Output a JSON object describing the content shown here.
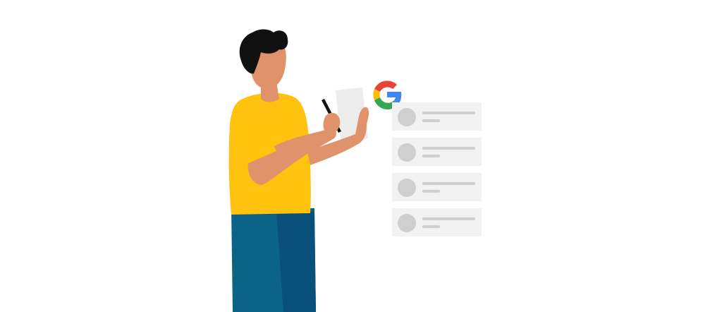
{
  "scene": {
    "description_icons": [
      "person-icon",
      "google-logo-icon",
      "notepad-icon",
      "pen-icon"
    ],
    "colors": {
      "background": "#ffffff",
      "shirt": "#ffc20e",
      "skin": "#e0926a",
      "hair": "#111111",
      "pants": "#0b6385",
      "pants_shadow": "#09507a",
      "notepad": "#ececec",
      "card_bg": "#f2f2f2",
      "card_fg": "#cfcfcf",
      "google_blue": "#4285f4",
      "google_red": "#ea4335",
      "google_yellow": "#fbbc05",
      "google_green": "#34a853"
    }
  },
  "results": {
    "count": 4,
    "items": [
      {
        "id": 1
      },
      {
        "id": 2
      },
      {
        "id": 3
      },
      {
        "id": 4
      }
    ]
  }
}
